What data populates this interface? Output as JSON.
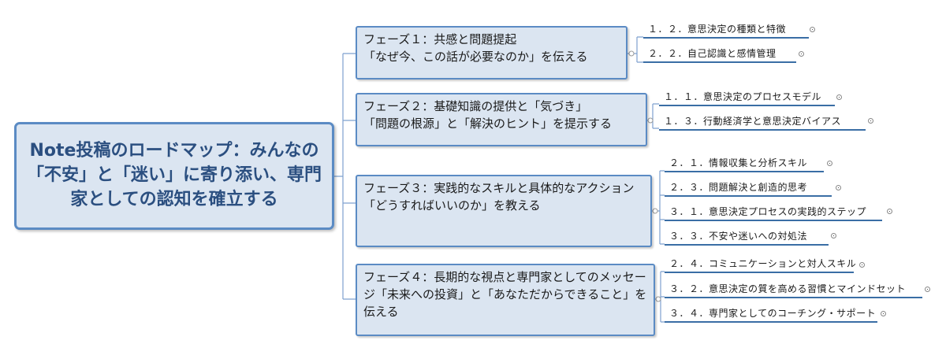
{
  "root": {
    "title": "Note投稿のロードマップ：みんなの「不安」と「迷い」に寄り添い、専門家としての認知を確立する"
  },
  "phases": [
    {
      "lines": [
        "フェーズ１：共感と問題提起",
        "「なぜ今、この話が必要なのか」を伝える"
      ],
      "leaves": [
        "１．２．意思決定の種類と特徴",
        "２．２．自己認識と感情管理"
      ]
    },
    {
      "lines": [
        "フェーズ２：基礎知識の提供と「気づき」",
        "「問題の根源」と「解決のヒント」を提示する"
      ],
      "leaves": [
        "１．１．意思決定のプロセスモデル",
        "１．３．行動経済学と意思決定バイアス"
      ]
    },
    {
      "lines": [
        "フェーズ３：実践的なスキルと具体的なアクション",
        "「どうすればいいのか」を教える"
      ],
      "leaves": [
        "２．１．情報収集と分析スキル",
        "２．３．問題解決と創造的思考",
        "３．１．意思決定プロセスの実践的ステップ",
        "３．３．不安や迷いへの対処法"
      ]
    },
    {
      "lines": [
        "フェーズ４：長期的な視点と専門家としてのメッセージ「未来への投資」と「あなただからできること」を伝える"
      ],
      "leaves": [
        "２．４．コミュニケーションと対人スキル",
        "３．２．意思決定の質を高める習慣とマインドセット",
        "３．４．専門家としてのコーチング・サポート"
      ]
    }
  ]
}
